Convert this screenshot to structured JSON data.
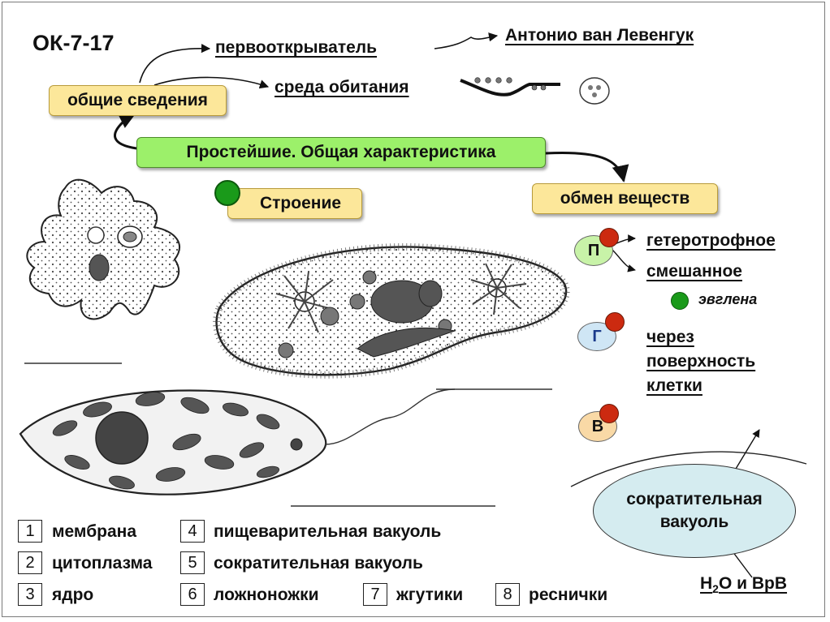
{
  "title": "ОК-7-17",
  "boxes": {
    "general": "общие сведения",
    "main": "Простейшие. Общая характеристика",
    "structure": "Строение",
    "metabolism": "обмен веществ"
  },
  "general_info": {
    "discoverer_label": "первооткрыватель",
    "discoverer_name": "Антонио ван Левенгук",
    "habitat_label": "среда обитания"
  },
  "metabolism": {
    "p_badge": "П",
    "g_badge": "Г",
    "v_badge": "В",
    "heterotrophic": "гетеротрофное",
    "mixed": "смешанное",
    "euglena": "эвглена",
    "through_surface": [
      "через",
      "поверхность",
      "клетки"
    ],
    "vacuole": [
      "сократительная",
      "вакуоль"
    ],
    "water_prefix": "H",
    "water_sub": "2",
    "water_suffix": "O и ВрВ"
  },
  "legend": [
    {
      "num": "1",
      "label": "мембрана"
    },
    {
      "num": "2",
      "label": "цитоплазма"
    },
    {
      "num": "3",
      "label": "ядро"
    },
    {
      "num": "4",
      "label": "пищеварительная вакуоль"
    },
    {
      "num": "5",
      "label": "сократительная вакуоль"
    },
    {
      "num": "6",
      "label": "ложноножки"
    },
    {
      "num": "7",
      "label": "жгутики"
    },
    {
      "num": "8",
      "label": "реснички"
    }
  ],
  "colors": {
    "box_yellow": "#fce79a",
    "box_green": "#9cf06a",
    "badge_green": "#c8f3a8",
    "badge_blue": "#cfe6f5",
    "badge_orange": "#f9d9a6",
    "red_dot": "#cc2a10",
    "green_dot": "#1a9a1a",
    "vacuole_fill": "#d5ecf0"
  }
}
